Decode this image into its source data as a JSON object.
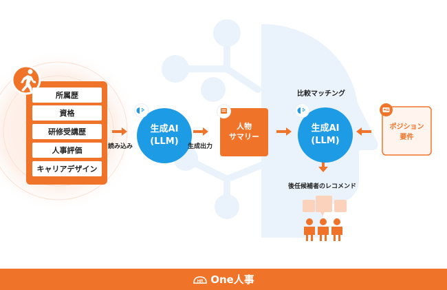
{
  "profile": {
    "items": [
      "所属歴",
      "資格",
      "研修受講歴",
      "人事評価",
      "キャリアデザイン"
    ]
  },
  "flow": {
    "read_label": "読み込み",
    "generate_output_label": "生成出力",
    "ai1": {
      "line1": "生成AI",
      "line2": "(LLM)"
    },
    "summary": {
      "line1": "人物",
      "line2": "サマリー"
    },
    "ai2": {
      "line1": "生成AI",
      "line2": "(LLM)"
    },
    "matching_label": "比較マッチング",
    "position": {
      "line1": "ポジション",
      "line2": "要件"
    },
    "recommend_label": "後任候補者のレコメンド"
  },
  "footer": {
    "logo_mark": "HR",
    "brand": "One人事"
  },
  "colors": {
    "orange": "#f0732a",
    "blue": "#1e9be5",
    "light_blue": "#eaf2fb"
  }
}
